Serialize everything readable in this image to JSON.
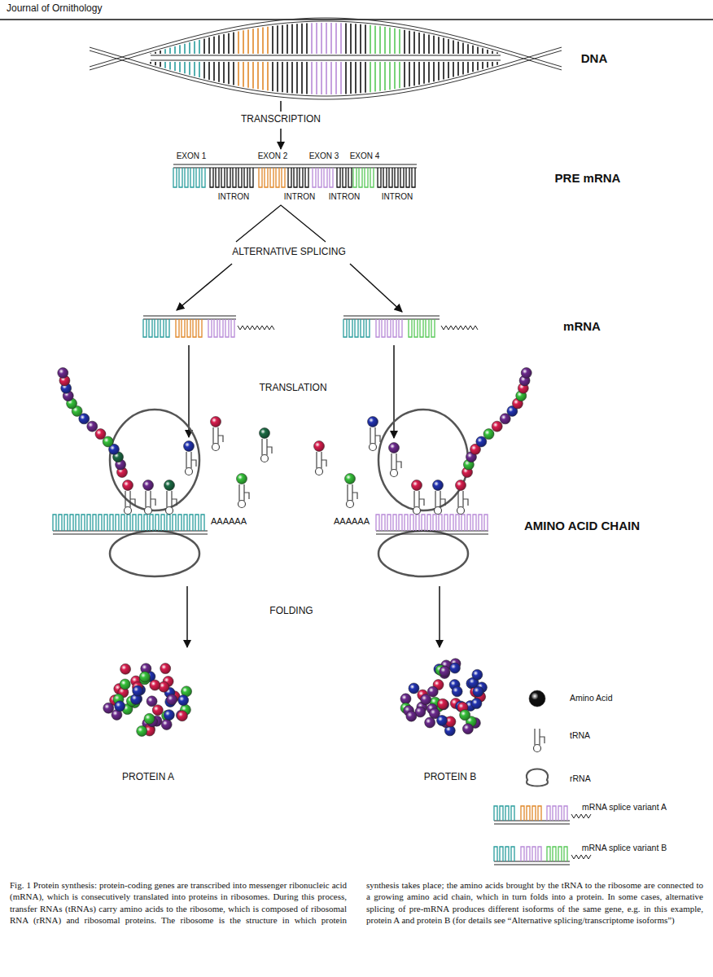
{
  "diagram": {
    "caption": "Fig. 1 Protein synthesis: protein-coding genes are transcribed into messenger ribonucleic acid (mRNA), which is consecutively translated into proteins in ribosomes. During this process, transfer RNAs (tRNAs) carry amino acids to the ribosome, which is composed of ribosomal RNA (rRNA) and ribosomal proteins. The ribosome is the structure in which protein synthesis takes place; the amino acids brought by the tRNA to the ribosome are connected to a growing amino acid chain, which in turn folds into a protein. In some cases, alternative splicing of pre-mRNA produces different isoforms of the same gene, e.g. in this example, protein A and protein B (for details see “Alternative splicing/transcriptome isoforms”)",
    "labels": [
      "Journal of Ornithology",
      "DNA",
      "TRANSCRIPTION",
      "EXON 1",
      "EXON 2",
      "EXON 3",
      "EXON 4",
      "INTRON",
      "INTRON",
      "INTRON",
      "INTRON",
      "PRE mRNA",
      "ALTERNATIVE SPLICING",
      "mRNA",
      "TRANSLATION",
      "AAAAAA",
      "AAAAAA",
      "AMINO ACID CHAIN",
      "FOLDING",
      "PROTEIN A",
      "PROTEIN B"
    ],
    "legend": [
      {
        "text": "Amino Acid"
      },
      {
        "text": "tRNA"
      },
      {
        "text": "rRNA"
      },
      {
        "text": "mRNA splice variant A"
      },
      {
        "text": "mRNA splice variant B"
      }
    ]
  }
}
